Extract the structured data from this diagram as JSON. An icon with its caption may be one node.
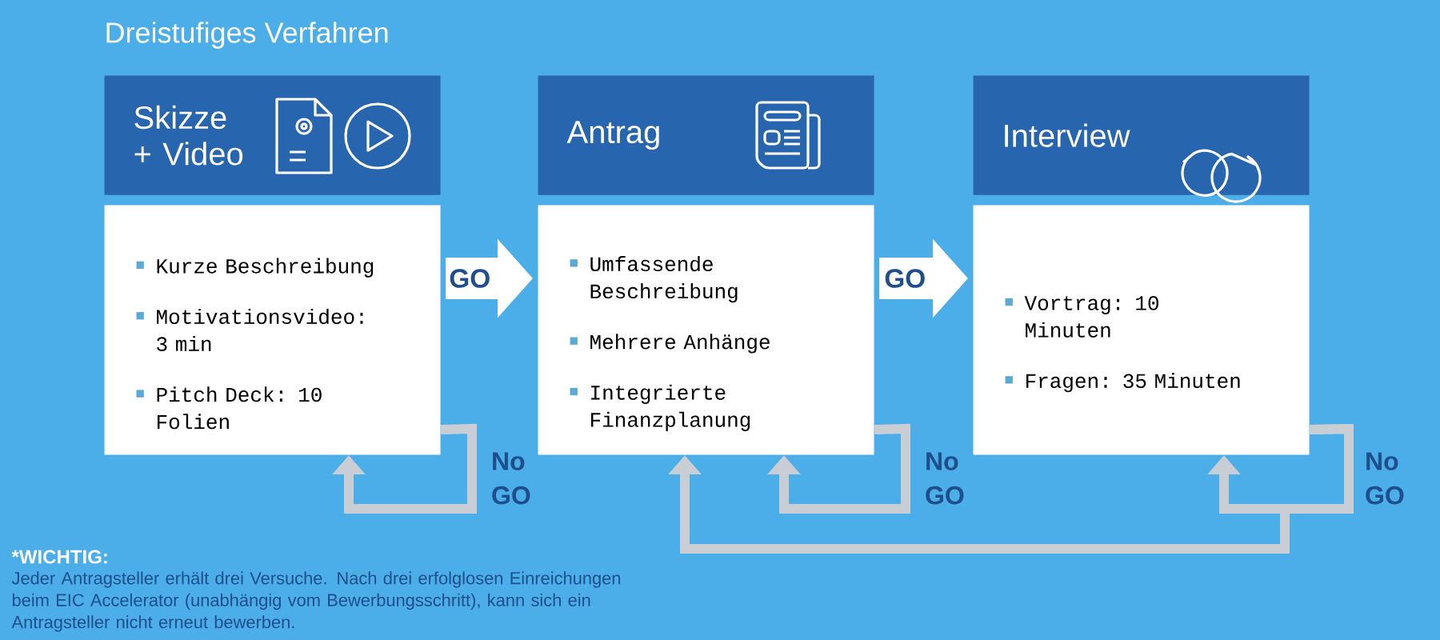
{
  "diagram": {
    "title": "Dreistufiges Verfahren",
    "nodes": [
      {
        "text": [
          "Skizze + Video"
        ]
      },
      {
        "text": [
          "Antrag"
        ]
      },
      {
        "text": [
          "Interview"
        ]
      },
      {
        "text": [
          "Kurze Beschreibung",
          "Motivationsvideo: 3 min",
          "Pitch Deck: 10 Folien"
        ]
      },
      {
        "text": [
          "Umfassende Beschreibung",
          "Mehrere Anhänge",
          "Integrierte Finanzplanung"
        ]
      },
      {
        "text": [
          "Vortrag: 10 Minuten",
          "Fragen: 35 Minuten"
        ]
      }
    ],
    "edges": [
      {
        "from": 3,
        "to": 4,
        "arrow": "to",
        "label": "GO",
        "style": "thick",
        "color": "#ffffff"
      },
      {
        "from": 4,
        "to": 5,
        "arrow": "to",
        "label": "GO",
        "style": "thick",
        "color": "#ffffff"
      },
      {
        "from": 3,
        "to": 3,
        "arrow": "to",
        "label": "No GO"
      },
      {
        "from": 4,
        "to": 4,
        "arrow": "to",
        "label": "No GO"
      },
      {
        "from": 5,
        "to": 5,
        "arrow": "to",
        "label": "No GO"
      },
      {
        "from": 5,
        "to": 4,
        "arrow": "to"
      }
    ],
    "labels": [
      "*WICHTIG:",
      "Jeder Antragsteller erhält drei Versuche. Nach drei erfolglosen Einreichungen beim EIC Accelerator (unabhängig vom Bewerbungsschritt), kann sich ein Antragsteller nicht erneut bewerben."
    ]
  }
}
